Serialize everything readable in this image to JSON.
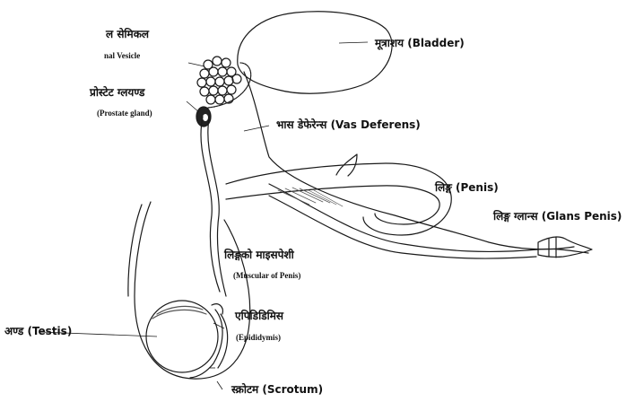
{
  "diagram": {
    "labels": {
      "seminal_hi": "ल सेमिकल",
      "seminal_en": "nal Vesicle",
      "prostate_hi": "प्रोस्टेट ग्लयण्ड",
      "prostate_en": "(Prostate gland)",
      "bladder": "मूत्राशय (Bladder)",
      "vas": "भास डेफेरेन्स (Vas Deferens)",
      "penis": "लिङ्ग (Penis)",
      "glans": "लिङ्ग ग्लान्स (Glans Penis)",
      "muscular_hi": "लिङ्गको माइसपेशी",
      "muscular_en": "(Muscular of Penis)",
      "epididymis_hi": "एपिडिडिमिस",
      "epididymis_en": "(Epididymis)",
      "testis": "अण्ड (Testis)",
      "scrotum": "स्क्रोटम (Scrotum)"
    },
    "colors": {
      "line": "#1a1a1a",
      "shade": "#555555",
      "paper": "#ffffff"
    }
  }
}
